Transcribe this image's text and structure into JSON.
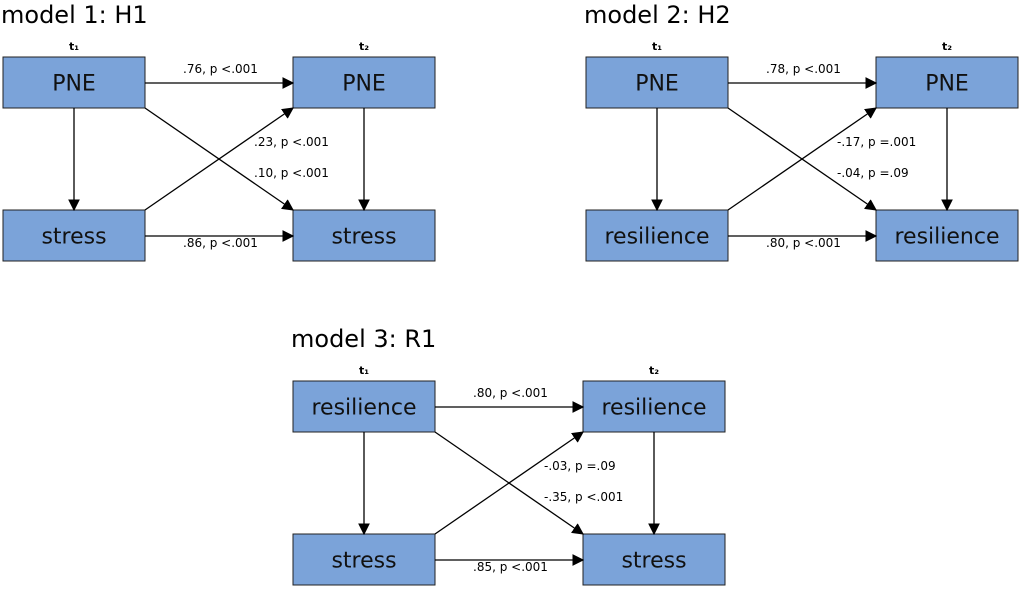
{
  "colors": {
    "box_fill": "#7ba3d9",
    "box_stroke": "#222222",
    "edge": "#000000"
  },
  "models": [
    {
      "title": "model 1: H1",
      "t1": "t₁",
      "t2": "t₂",
      "top_left": "PNE",
      "bottom_left": "stress",
      "top_right": "PNE",
      "bottom_right": "stress",
      "edge_top": ".76, p <.001",
      "edge_bottom": ".86, p <.001",
      "edge_cross_up": ".23, p <.001",
      "edge_cross_down": ".10, p <.001"
    },
    {
      "title": "model 2: H2",
      "t1": "t₁",
      "t2": "t₂",
      "top_left": "PNE",
      "bottom_left": "resilience",
      "top_right": "PNE",
      "bottom_right": "resilience",
      "edge_top": ".78, p <.001",
      "edge_bottom": ".80, p <.001",
      "edge_cross_up": "-.17, p =.001",
      "edge_cross_down": "-.04, p =.09"
    },
    {
      "title": "model 3: R1",
      "t1": "t₁",
      "t2": "t₂",
      "top_left": "resilience",
      "bottom_left": "stress",
      "top_right": "resilience",
      "bottom_right": "stress",
      "edge_top": ".80, p <.001",
      "edge_bottom": ".85, p <.001",
      "edge_cross_up": "-.03, p =.09",
      "edge_cross_down": "-.35, p <.001"
    }
  ]
}
